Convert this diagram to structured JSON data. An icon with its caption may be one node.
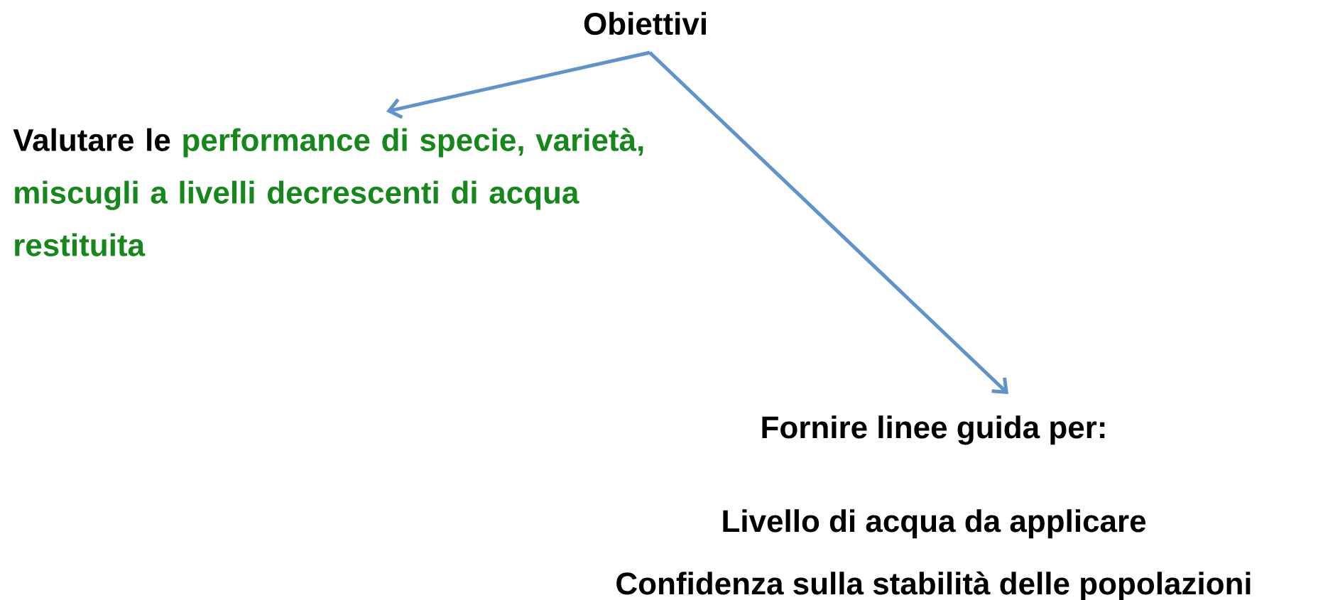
{
  "diagram": {
    "nodes": [
      {
        "text": [
          "Obiettivi"
        ]
      },
      {
        "text": [
          "Valutare le",
          "performance di specie, varietà, miscugli a livelli decrescenti di acqua restituita"
        ]
      },
      {
        "text": [
          "Fornire linee guida per:",
          "Livello di acqua da applicare",
          "Confidenza sulla stabilità delle popolazioni"
        ]
      }
    ],
    "edges": [
      {
        "from": 0,
        "to": 1,
        "arrow": "to"
      },
      {
        "from": 0,
        "to": 2,
        "arrow": "to"
      }
    ]
  }
}
